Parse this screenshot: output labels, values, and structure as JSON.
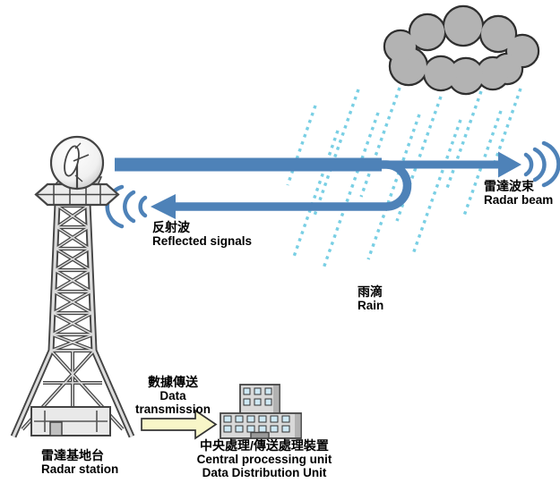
{
  "diagram": {
    "labels": {
      "radar_beam": {
        "zh": "雷達波束",
        "en": "Radar beam"
      },
      "reflected": {
        "zh": "反射波",
        "en": "Reflected signals"
      },
      "rain": {
        "zh": "雨滴",
        "en": "Rain"
      },
      "data_transmission": {
        "zh": "數據傳送",
        "en_line1": "Data",
        "en_line2": "transmission"
      },
      "radar_station": {
        "zh": "雷達基地台",
        "en": "Radar station"
      },
      "processing_unit": {
        "zh": "中央處理/傳送處理裝置",
        "en_line1": "Central processing unit",
        "en_line2": "Data Distribution Unit"
      }
    },
    "colors": {
      "beam_blue": "#4e82b8",
      "rain_blue": "#79cfe4",
      "cloud_fill": "#b3b3b3",
      "cloud_stroke": "#2f2f2f",
      "structure_fill": "#e9e9e9",
      "structure_stroke": "#444444",
      "arrow_fill": "#f8f6c8",
      "window_fill": "#cfe9f5",
      "text_color": "#000000"
    },
    "icons": [
      "radar-dome-icon",
      "radar-tower-icon",
      "tower-base-building-icon",
      "cloud-icon",
      "rain-streaks-icon",
      "beam-arrowhead-right-icon",
      "signal-arcs-right-icon",
      "return-arrowhead-icon",
      "signal-arcs-left-icon",
      "data-arrow-icon",
      "processing-building-icon"
    ]
  }
}
